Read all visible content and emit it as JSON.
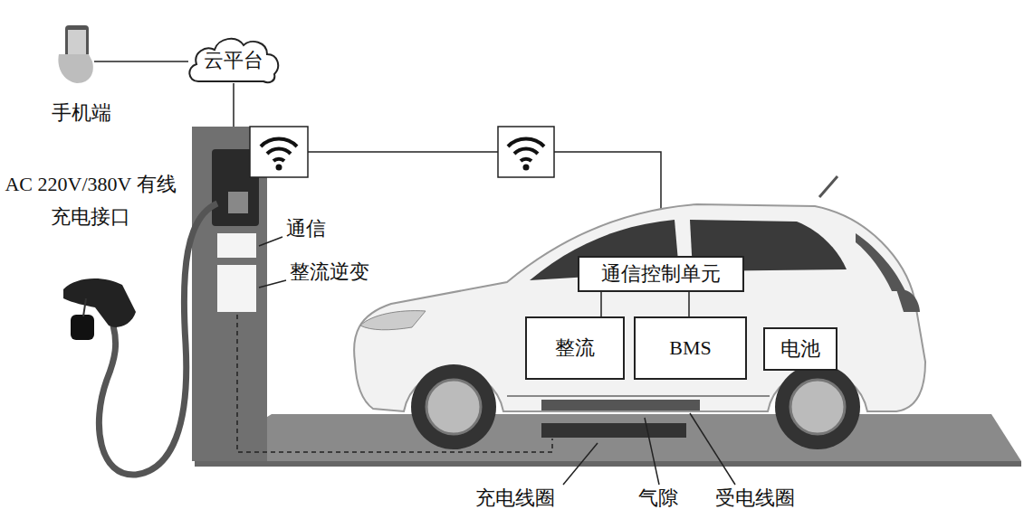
{
  "diagram": {
    "nodes": [
      {
        "text": [
          "云平台"
        ]
      },
      {
        "text": [
          "通信控制单元"
        ]
      },
      {
        "text": [
          "整流"
        ]
      },
      {
        "text": [
          "BMS"
        ]
      },
      {
        "text": [
          "电池"
        ]
      }
    ],
    "edges": [
      {
        "from": 1,
        "to": 2,
        "arrow": "none"
      },
      {
        "from": 1,
        "to": 3,
        "arrow": "none"
      }
    ],
    "labels": [
      "手机端",
      "AC 220V/380V 有线充电接口",
      "通信",
      "整流逆变",
      "充电线圈",
      "气隙",
      "受电线圈"
    ]
  }
}
